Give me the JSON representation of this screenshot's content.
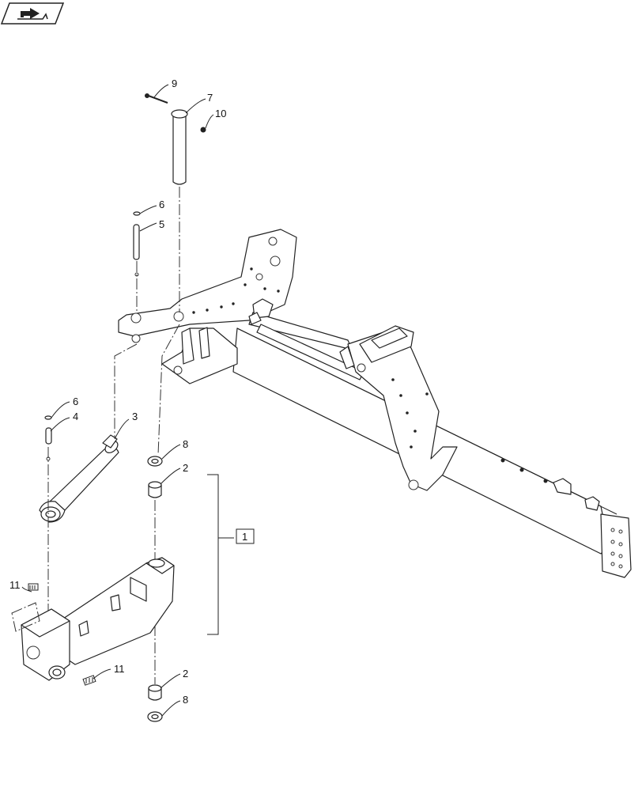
{
  "nav_icon": {
    "name": "next-page-arrow-icon"
  },
  "callouts": [
    {
      "id": "c9",
      "label": "9"
    },
    {
      "id": "c7",
      "label": "7"
    },
    {
      "id": "c10",
      "label": "10"
    },
    {
      "id": "c6a",
      "label": "6"
    },
    {
      "id": "c5",
      "label": "5"
    },
    {
      "id": "c6b",
      "label": "6"
    },
    {
      "id": "c4",
      "label": "4"
    },
    {
      "id": "c3",
      "label": "3"
    },
    {
      "id": "c8a",
      "label": "8"
    },
    {
      "id": "c2a",
      "label": "2"
    },
    {
      "id": "c1",
      "label": "1"
    },
    {
      "id": "c11a",
      "label": "11"
    },
    {
      "id": "c11b",
      "label": "11"
    },
    {
      "id": "c2b",
      "label": "2"
    },
    {
      "id": "c8b",
      "label": "8"
    }
  ]
}
